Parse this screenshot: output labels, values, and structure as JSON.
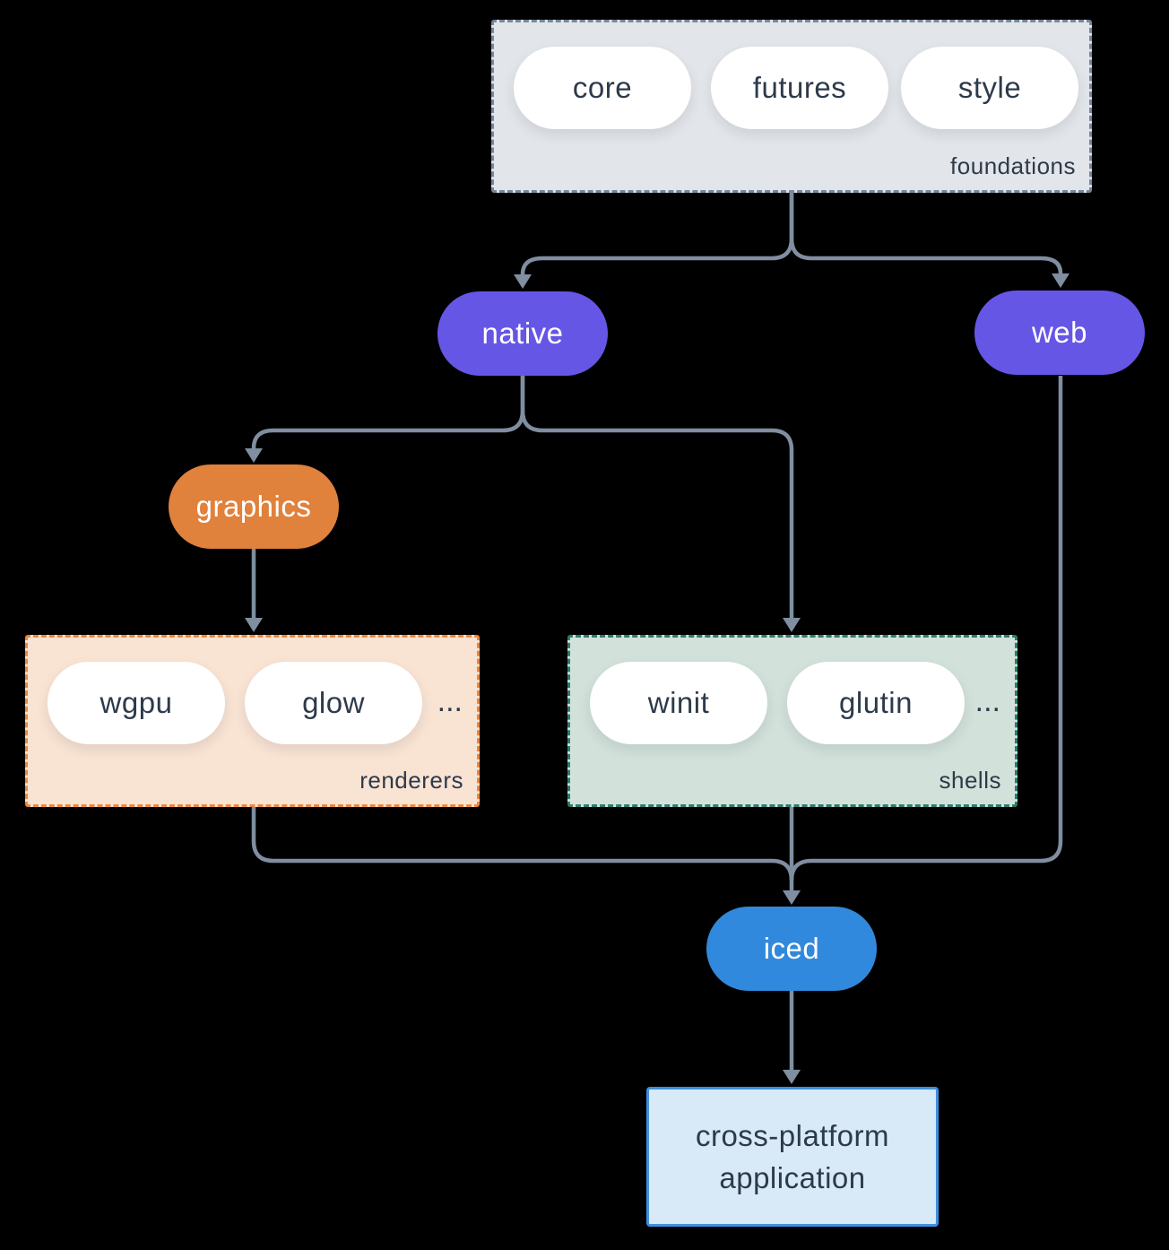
{
  "canvas": {
    "background": "#000000"
  },
  "colors": {
    "foundations_fill": "#e2e5e9",
    "foundations_border": "#77879a",
    "pill_fill": "#ffffff",
    "text_dark": "#2d3a4a",
    "purple": "#6656e6",
    "orange": "#e0813c",
    "renderers_fill": "#f9e3d3",
    "renderers_border": "#ec873b",
    "shells_fill": "#d2e1da",
    "shells_border": "#2b7d6d",
    "blue": "#3089dc",
    "app_fill": "#d8e9f8",
    "app_border": "#3e8edd",
    "connector": "#7f8ea0"
  },
  "nodes": {
    "foundations": {
      "label": "foundations",
      "pills": [
        "core",
        "futures",
        "style"
      ]
    },
    "native": {
      "label": "native"
    },
    "web": {
      "label": "web"
    },
    "graphics": {
      "label": "graphics"
    },
    "renderers": {
      "label": "renderers",
      "pills": [
        "wgpu",
        "glow"
      ],
      "ellipsis": "..."
    },
    "shells": {
      "label": "shells",
      "pills": [
        "winit",
        "glutin"
      ],
      "ellipsis": "..."
    },
    "iced": {
      "label": "iced"
    },
    "application": {
      "line1": "cross-platform",
      "line2": "application"
    }
  }
}
